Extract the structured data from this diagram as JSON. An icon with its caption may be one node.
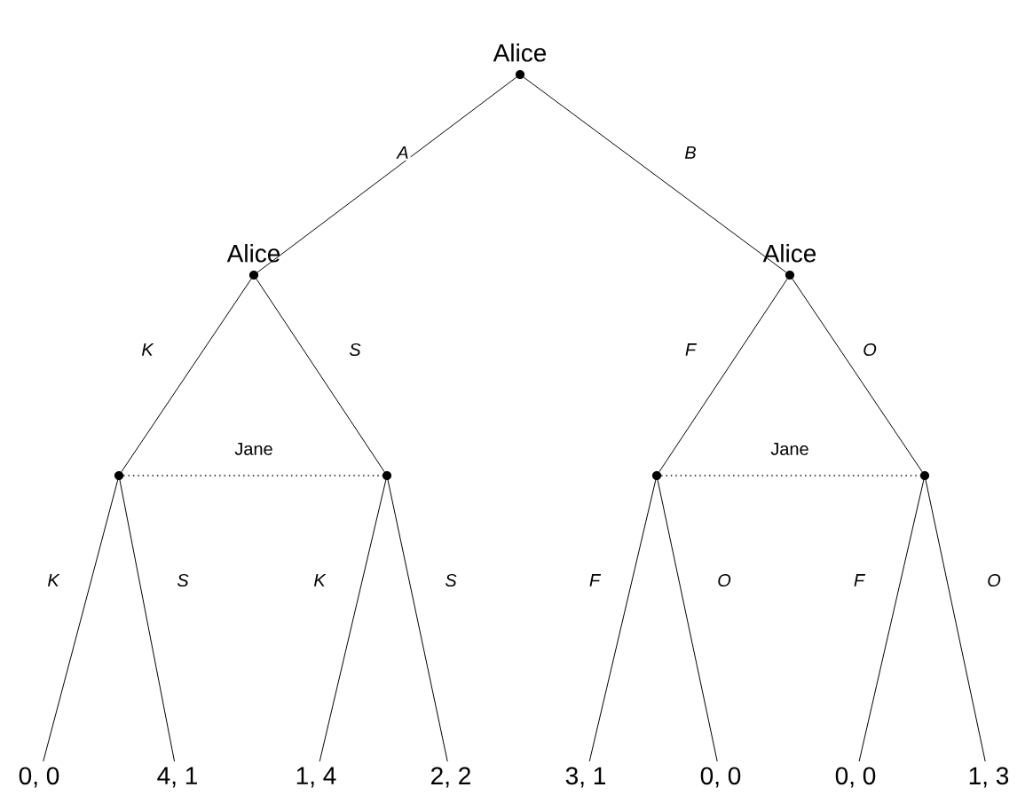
{
  "diagram": {
    "nodes": [
      {
        "text": [
          "Alice"
        ]
      },
      {
        "text": [
          "Alice"
        ]
      },
      {
        "text": [
          "Alice"
        ]
      },
      {
        "text": [],
        "shape": "circle"
      },
      {
        "text": [],
        "shape": "circle"
      },
      {
        "text": [],
        "shape": "circle"
      },
      {
        "text": [],
        "shape": "circle"
      },
      {
        "text": [
          "0, 0"
        ]
      },
      {
        "text": [
          "4, 1"
        ]
      },
      {
        "text": [
          "1, 4"
        ]
      },
      {
        "text": [
          "2, 2"
        ]
      },
      {
        "text": [
          "3, 1"
        ]
      },
      {
        "text": [
          "0, 0"
        ]
      },
      {
        "text": [
          "0, 0"
        ]
      },
      {
        "text": [
          "1, 3"
        ]
      }
    ],
    "edges": [
      {
        "from": 0,
        "to": 1,
        "arrow": "none",
        "label": "A"
      },
      {
        "from": 0,
        "to": 2,
        "arrow": "none",
        "label": "B"
      },
      {
        "from": 1,
        "to": 3,
        "arrow": "none",
        "label": "K"
      },
      {
        "from": 1,
        "to": 4,
        "arrow": "none",
        "label": "S"
      },
      {
        "from": 2,
        "to": 5,
        "arrow": "none",
        "label": "F"
      },
      {
        "from": 2,
        "to": 6,
        "arrow": "none",
        "label": "O"
      },
      {
        "from": 3,
        "to": 4,
        "arrow": "none",
        "label": "Jane",
        "style": "dashed"
      },
      {
        "from": 5,
        "to": 6,
        "arrow": "none",
        "label": "Jane",
        "style": "dashed"
      },
      {
        "from": 3,
        "to": 7,
        "arrow": "none",
        "label": "K"
      },
      {
        "from": 3,
        "to": 8,
        "arrow": "none",
        "label": "S"
      },
      {
        "from": 4,
        "to": 9,
        "arrow": "none",
        "label": "K"
      },
      {
        "from": 4,
        "to": 10,
        "arrow": "none",
        "label": "S"
      },
      {
        "from": 5,
        "to": 11,
        "arrow": "none",
        "label": "F"
      },
      {
        "from": 5,
        "to": 12,
        "arrow": "none",
        "label": "O"
      },
      {
        "from": 6,
        "to": 13,
        "arrow": "none",
        "label": "F"
      },
      {
        "from": 6,
        "to": 14,
        "arrow": "none",
        "label": "O"
      }
    ]
  }
}
